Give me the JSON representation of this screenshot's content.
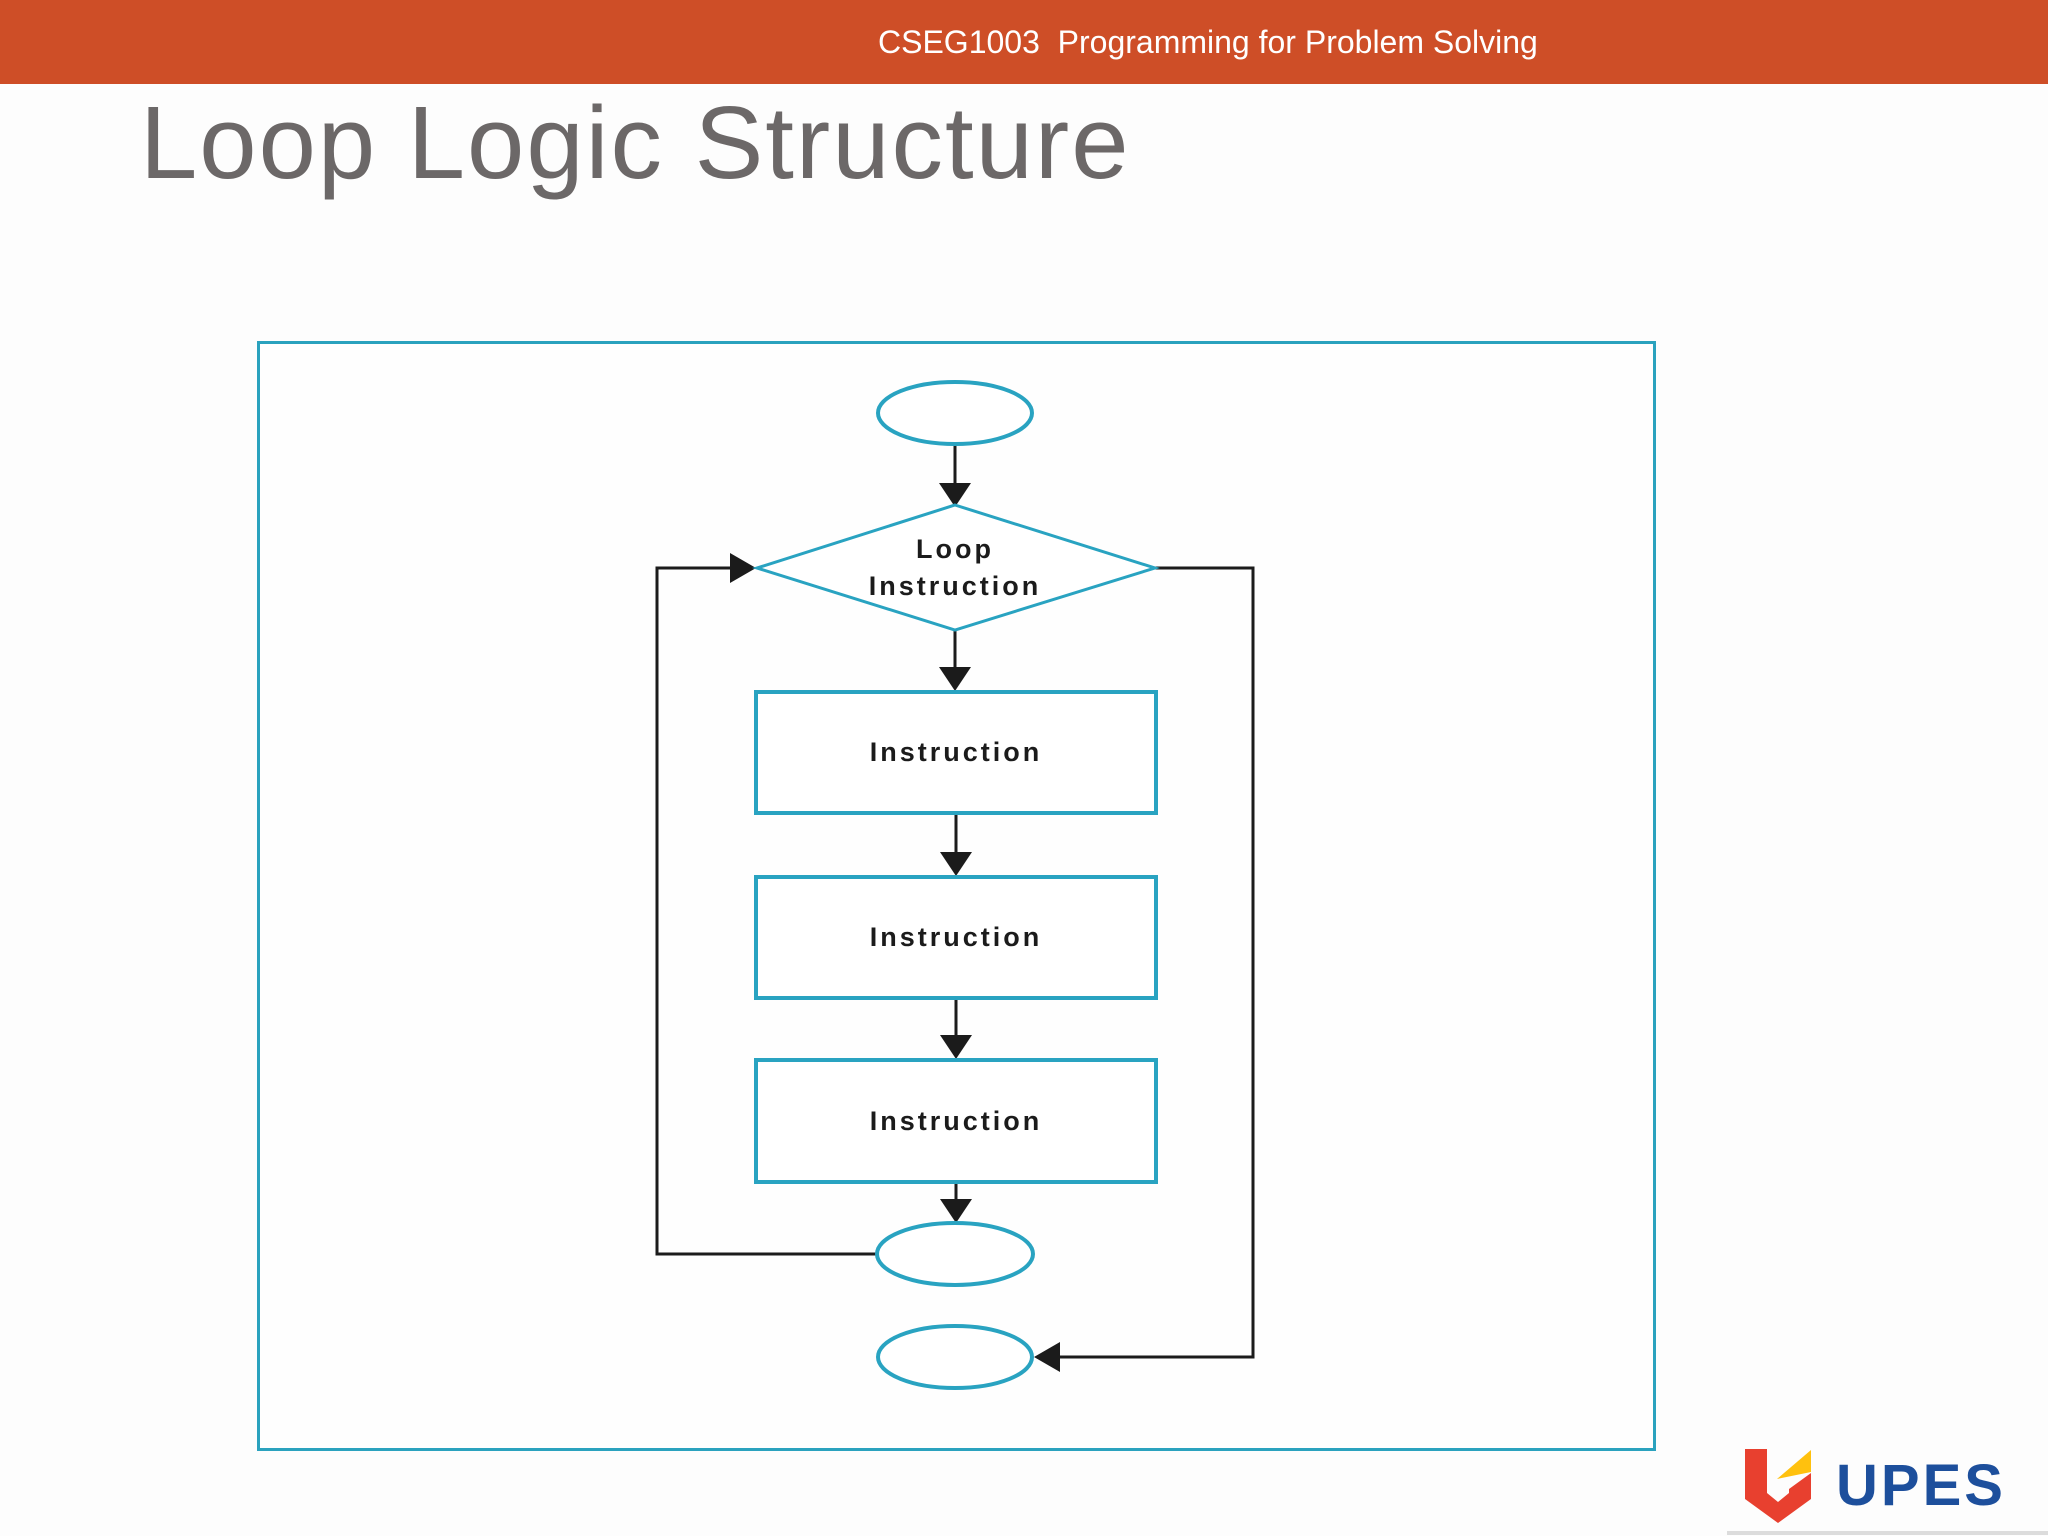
{
  "header": {
    "text": "CSEG1003  Programming for Problem Solving",
    "bg_color": "#CE4E27",
    "text_color": "#FFFFFF"
  },
  "title": {
    "text": "Loop Logic Structure",
    "color": "#6C6868"
  },
  "flowchart": {
    "accent_color": "#29A3C1",
    "line_color": "#1B1B1B",
    "node_fill": "#FFFFFF",
    "decision": {
      "line1": "Loop",
      "line2": "Instruction"
    },
    "instructions": [
      "Instruction",
      "Instruction",
      "Instruction"
    ]
  },
  "footer_logo": {
    "wordmark": "UPES",
    "wordmark_color": "#1D4F9C",
    "mark_red": "#E8402F",
    "mark_yellow": "#FFC10E"
  }
}
